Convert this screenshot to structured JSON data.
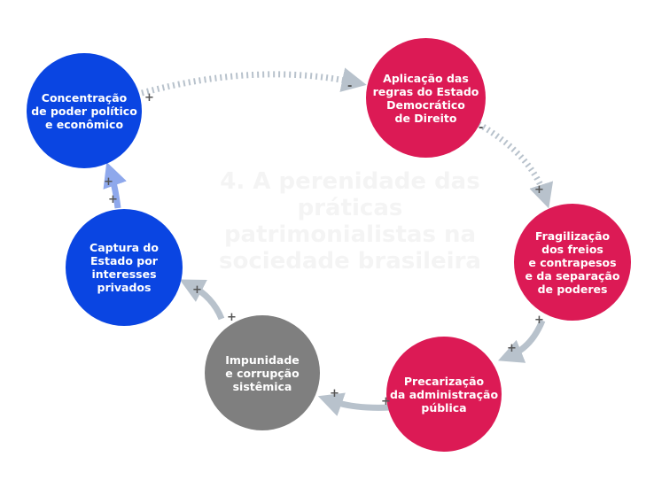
{
  "title": "4. A perenidade das práticas patrimonialistas na sociedade brasileira",
  "colors": {
    "blue": "#0a45e2",
    "red": "#dc1a55",
    "gray": "#7f7f7f",
    "arrow": "#b8c2cc",
    "arrow_blue": "#8ea8ec"
  },
  "nodes": {
    "concentracao": "Concentração\nde poder político\ne econômico",
    "aplicacao": "Aplicação das\nregras do Estado\nDemocrático\nde Direito",
    "fragilizacao": "Fragilização\ndos freios\ne contrapesos\ne da separação\nde poderes",
    "precarizacao": "Precarização\nda administração\npública",
    "impunidade": "Impunidade\ne corrupção\nsistêmica",
    "captura": "Captura do\nEstado por\ninteresses\nprivados"
  },
  "signs": {
    "plus": "+",
    "minus": "-"
  }
}
